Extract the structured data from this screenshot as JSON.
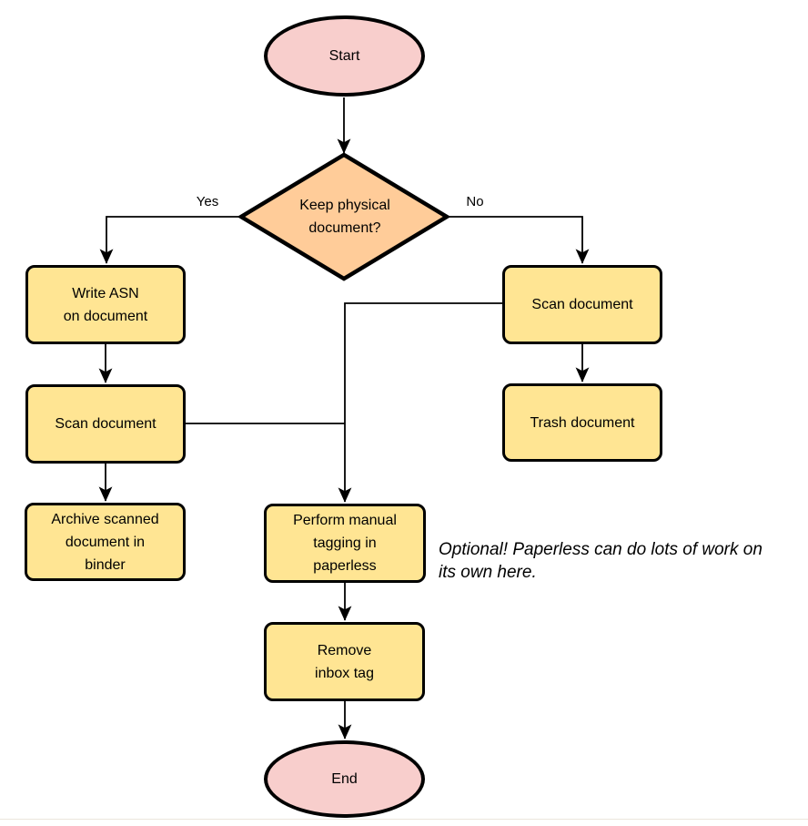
{
  "diagram": {
    "nodes": {
      "start": {
        "label": "Start",
        "type": "terminal"
      },
      "decision": {
        "label": "Keep physical\ndocument?",
        "type": "decision"
      },
      "write_asn": {
        "label": "Write ASN\non document",
        "type": "process"
      },
      "scan_left": {
        "label": "Scan document",
        "type": "process"
      },
      "archive": {
        "label": "Archive scanned\ndocument in\nbinder",
        "type": "process"
      },
      "scan_right": {
        "label": "Scan document",
        "type": "process"
      },
      "trash": {
        "label": "Trash document",
        "type": "process"
      },
      "tagging": {
        "label": "Perform manual\ntagging in\npaperless",
        "type": "process"
      },
      "remove_inbox": {
        "label": "Remove\ninbox tag",
        "type": "process"
      },
      "end": {
        "label": "End",
        "type": "terminal"
      }
    },
    "edge_labels": {
      "yes": "Yes",
      "no": "No"
    },
    "annotation": "Optional! Paperless can do lots of work on\nits own here.",
    "colors": {
      "terminal_fill": "#f8cecc",
      "decision_fill": "#ffcc99",
      "process_fill": "#ffe593",
      "stroke": "#000000"
    }
  }
}
